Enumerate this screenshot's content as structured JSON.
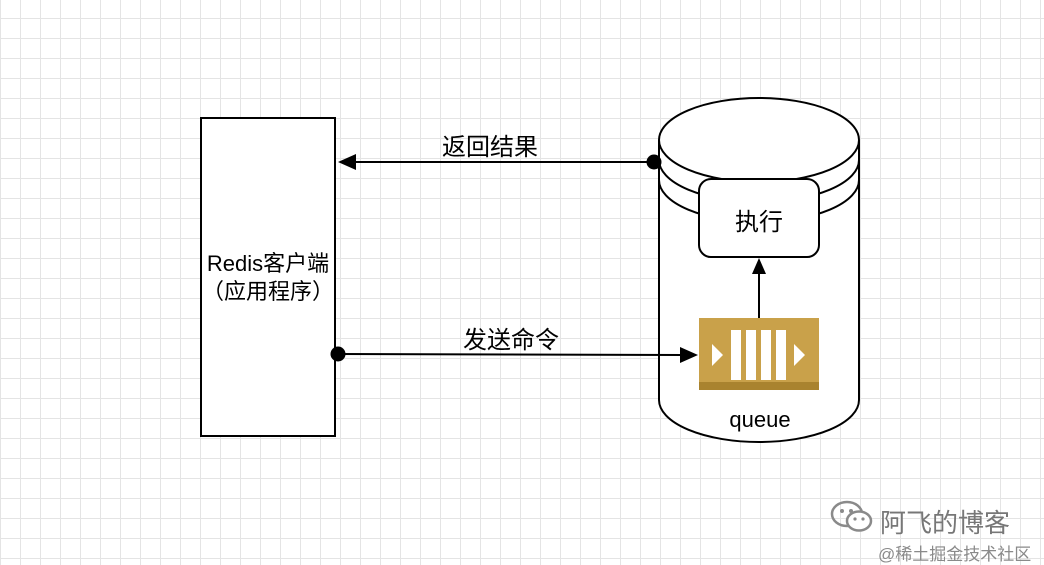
{
  "client": {
    "label": "Redis客户端\n（应用程序）"
  },
  "edges": {
    "return_result": "返回结果",
    "send_command": "发送命令"
  },
  "server": {
    "exec_label": "执行",
    "queue_label": "queue",
    "queue_icon": "queue-icon",
    "queue_color": "#c9a14a"
  },
  "watermark": {
    "blog_name": "阿飞的博客",
    "site_name": "@稀土掘金技术社区",
    "icon": "wechat-icon"
  }
}
